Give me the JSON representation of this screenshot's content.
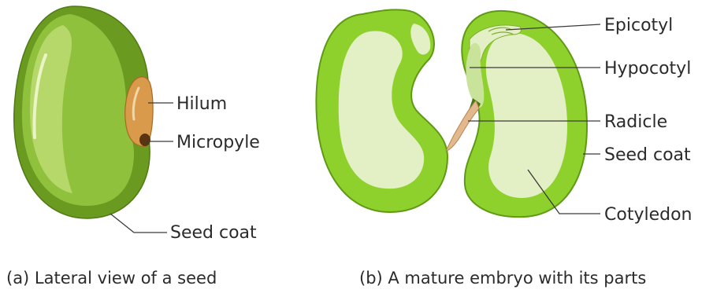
{
  "panel_a": {
    "caption": "(a) Lateral view of a seed",
    "labels": {
      "hilum": "Hilum",
      "micropyle": "Micropyle",
      "seed_coat": "Seed coat"
    }
  },
  "panel_b": {
    "caption": "(b) A mature embryo with its parts",
    "labels": {
      "epicotyl": "Epicotyl",
      "hypocotyl": "Hypocotyl",
      "radicle": "Radicle",
      "seed_coat": "Seed coat",
      "cotyledon": "Cotyledon"
    }
  },
  "colors": {
    "seed_coat_dark": "#6a9a1f",
    "seed_body": "#8fc13c",
    "seed_highlight": "#b6d86a",
    "embryo_bright": "#8fd12c",
    "cotyledon_inner": "#e3efc4",
    "hilum": "#d99a4c",
    "micropyle": "#5a3410",
    "radicle": "#e3b88d"
  }
}
